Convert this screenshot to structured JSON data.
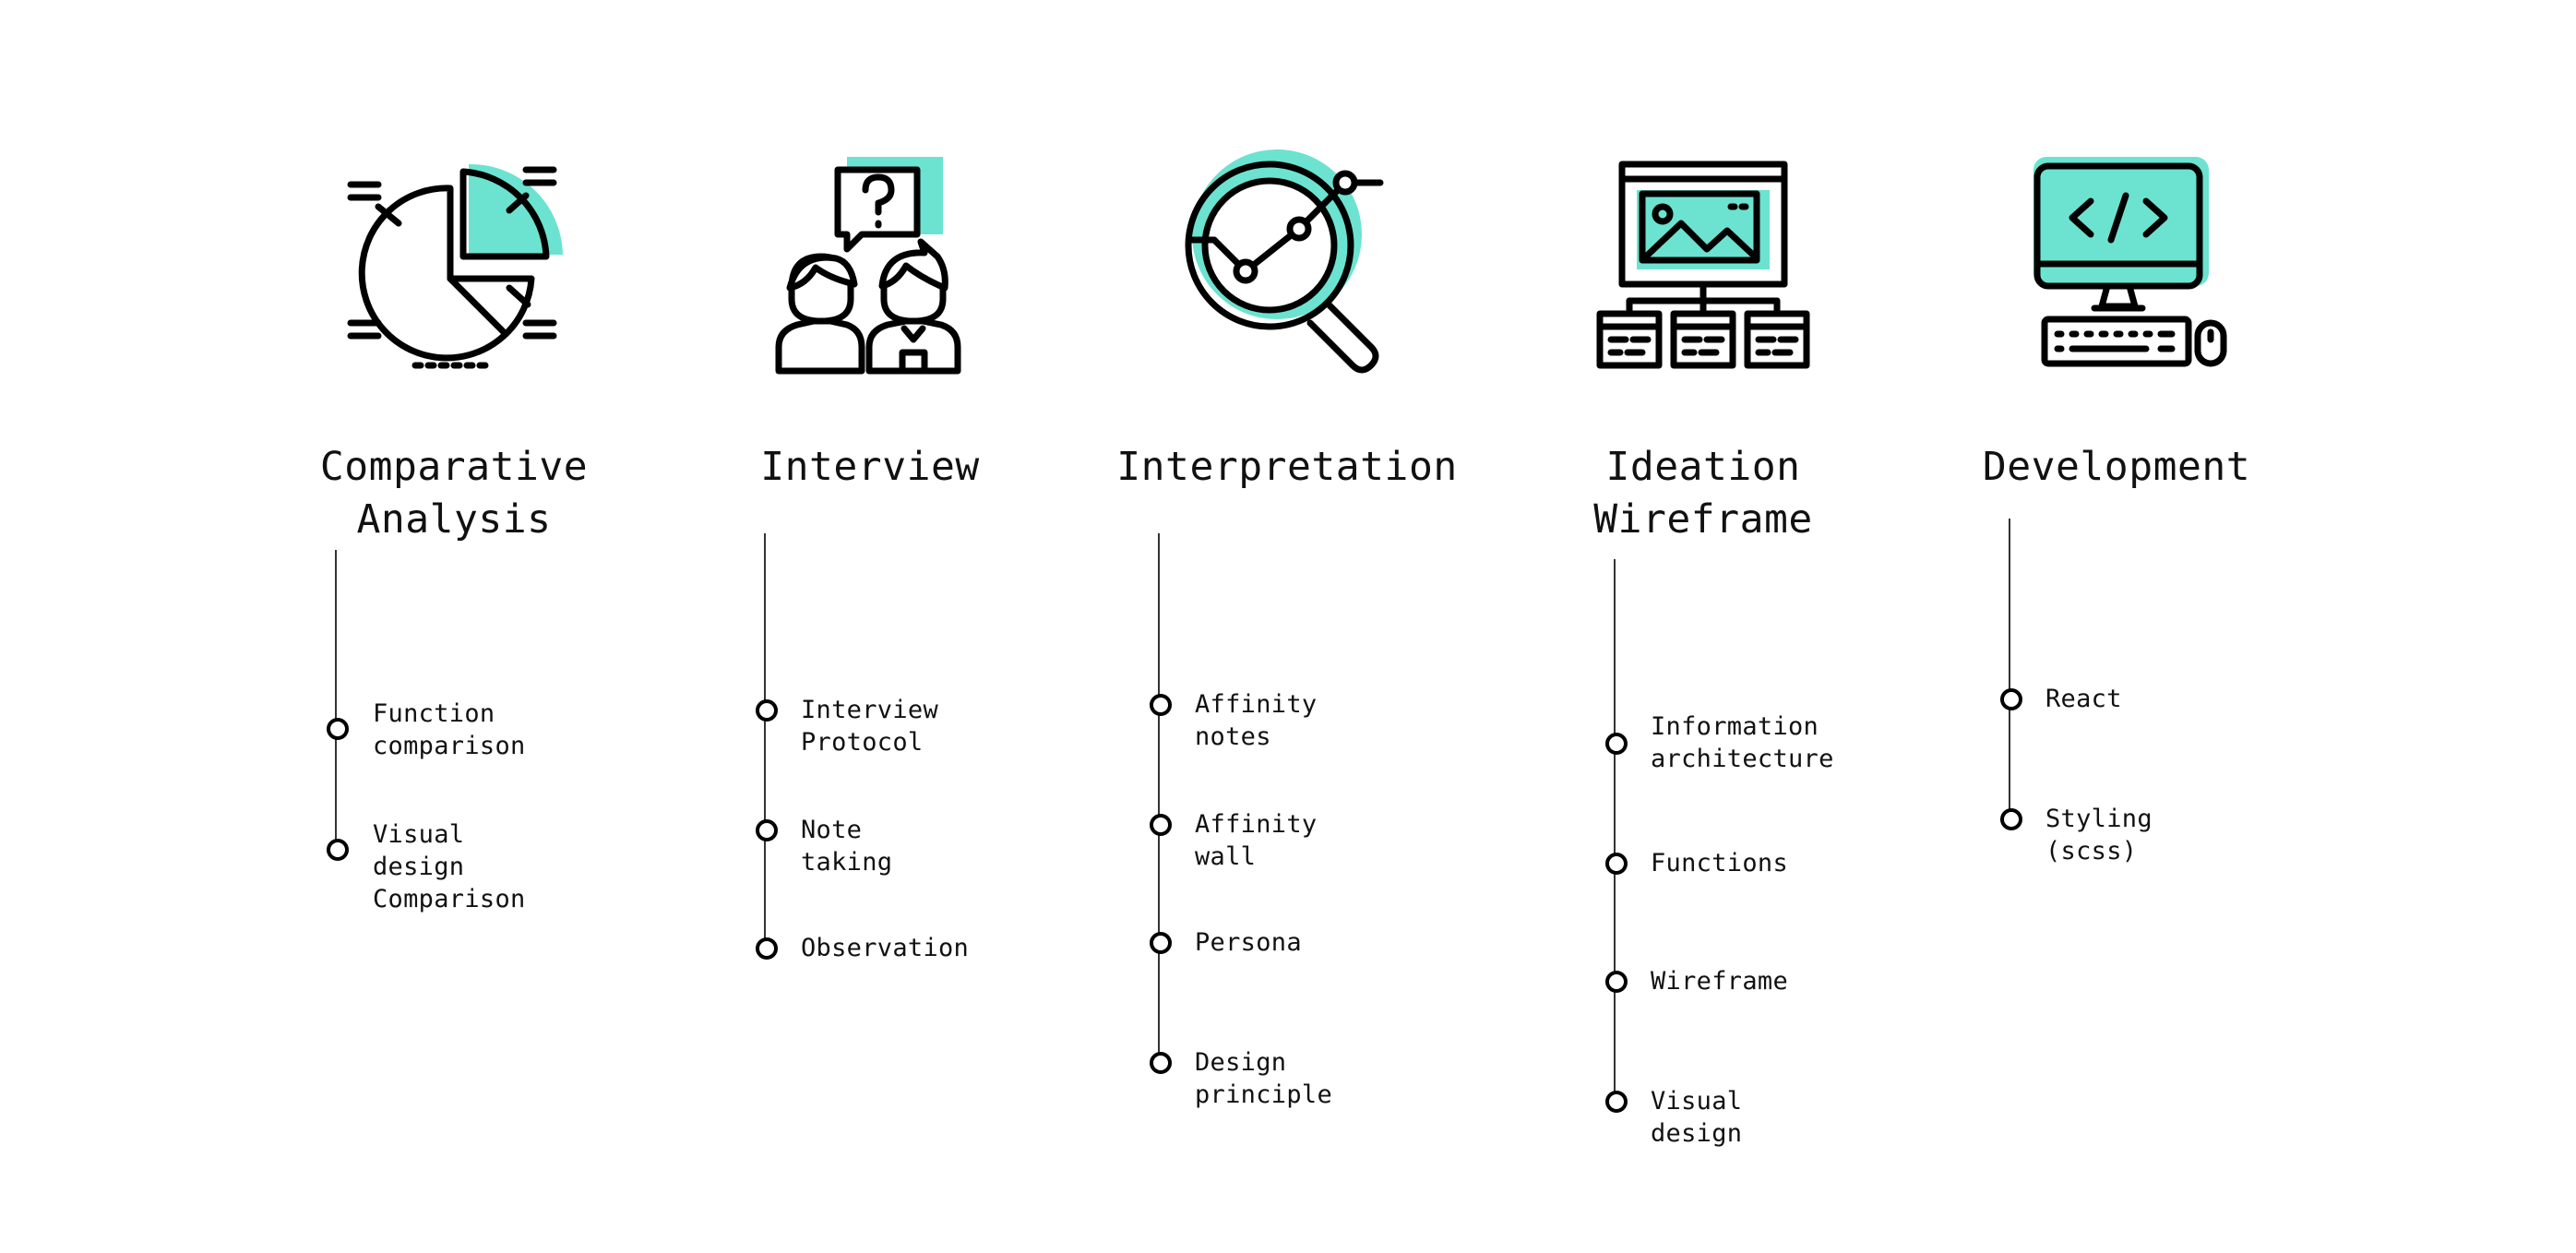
{
  "colors": {
    "accent": "#6be3d0",
    "ink": "#111111",
    "line": "#333333"
  },
  "stages": [
    {
      "title": "Comparative\nAnalysis",
      "icon": "pie-chart-icon",
      "items": [
        "Function\ncomparison",
        "Visual design\nComparison"
      ]
    },
    {
      "title": "Interview",
      "icon": "interview-people-icon",
      "items": [
        "Interview Protocol",
        "Note taking",
        "Observation"
      ]
    },
    {
      "title": "Interpretation",
      "icon": "magnifier-chart-icon",
      "items": [
        "Affinity notes",
        "Affinity wall",
        "Persona",
        "Design principle"
      ]
    },
    {
      "title": "Ideation\nWireframe",
      "icon": "sitemap-monitor-icon",
      "items": [
        "Information\narchitecture",
        "Functions",
        "Wireframe",
        "Visual design"
      ]
    },
    {
      "title": "Development",
      "icon": "code-computer-icon",
      "items": [
        "React",
        "Styling (scss)"
      ]
    }
  ]
}
